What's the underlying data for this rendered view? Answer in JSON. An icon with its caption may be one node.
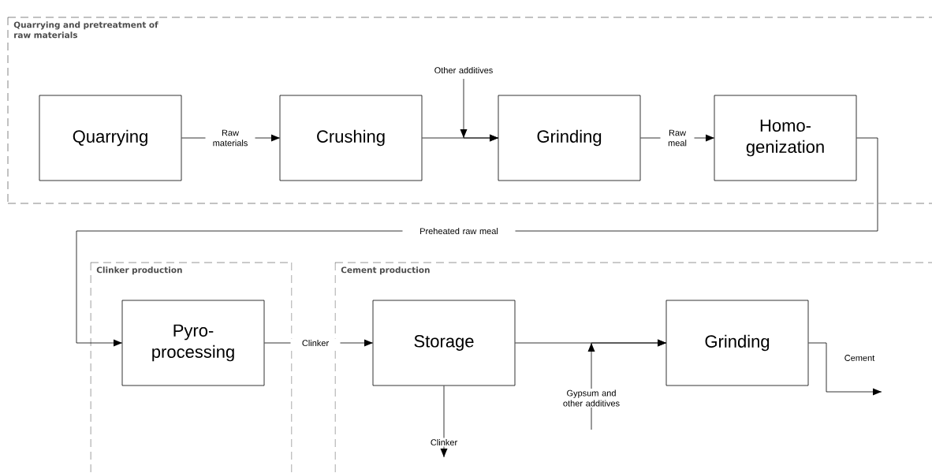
{
  "diagram": {
    "nodes": [
      {
        "text": [
          "Quarrying and pretreatment of raw materials"
        ]
      },
      {
        "text": [
          "Quarrying"
        ],
        "in": 0
      },
      {
        "text": [
          "Crushing"
        ],
        "in": 0
      },
      {
        "text": [
          "Grinding"
        ],
        "in": 0
      },
      {
        "text": [
          "Homo- genization"
        ],
        "in": 0
      },
      {
        "text": [
          "Clinker production"
        ]
      },
      {
        "text": [
          "Pyro- processing"
        ],
        "in": 5
      },
      {
        "text": [
          "Cement production"
        ]
      },
      {
        "text": [
          "Storage"
        ],
        "in": 7
      },
      {
        "text": [
          "Grinding"
        ],
        "in": 7
      }
    ],
    "edges": [
      {
        "from": 1,
        "to": 2,
        "arrow": "to",
        "label": "Raw materials"
      },
      {
        "from": 2,
        "to": 3,
        "arrow": "to"
      },
      {
        "from": null,
        "to": 3,
        "arrow": "to",
        "label": "Other additives"
      },
      {
        "from": 3,
        "to": 4,
        "arrow": "to",
        "label": "Raw meal"
      },
      {
        "from": 4,
        "to": 6,
        "arrow": "to",
        "label": "Preheated raw meal"
      },
      {
        "from": 6,
        "to": 8,
        "arrow": "to",
        "label": "Clinker"
      },
      {
        "from": 8,
        "to": 9,
        "arrow": "to"
      },
      {
        "from": null,
        "to": 9,
        "arrow": "to",
        "label": "Gypsum and other additives"
      },
      {
        "from": 8,
        "to": null,
        "arrow": "to",
        "label": "Clinker"
      },
      {
        "from": 9,
        "to": null,
        "arrow": "to",
        "label": "Cement"
      }
    ]
  }
}
